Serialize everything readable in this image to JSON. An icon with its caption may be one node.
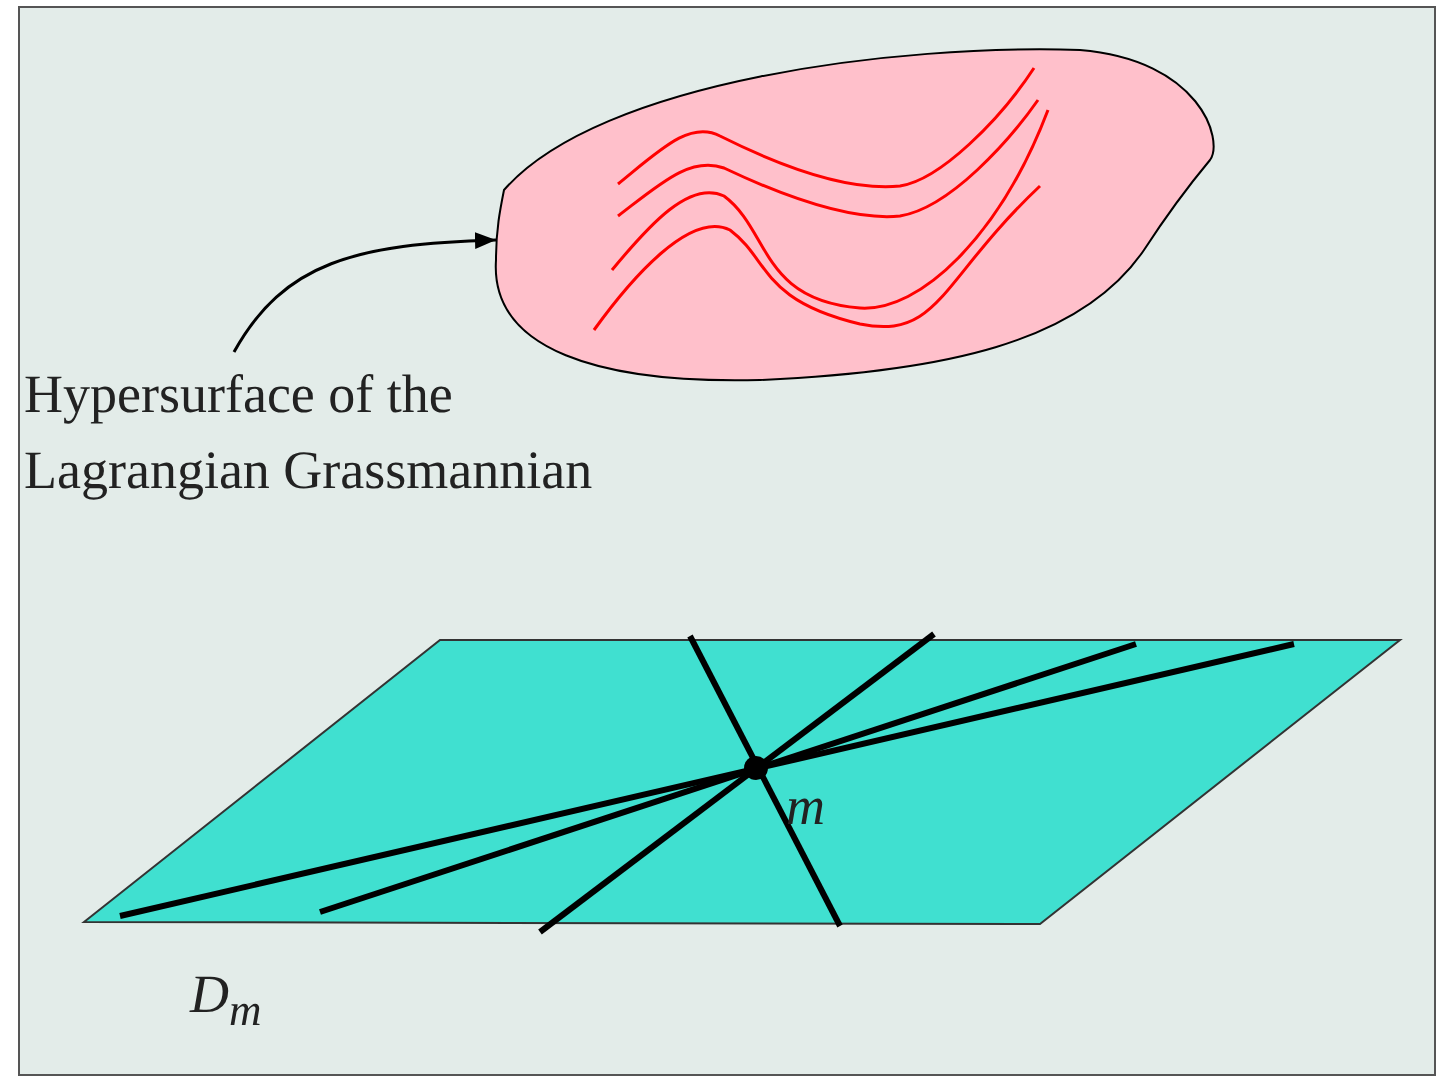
{
  "diagram": {
    "nodes": [
      {
        "text": [
          "Hypersurface of the Lagrangian Grassmannian"
        ]
      },
      {
        "text": [],
        "shape": "picture"
      }
    ],
    "edges": [
      {
        "from": 0,
        "to": 1,
        "arrow": "to"
      }
    ],
    "labels": [
      "m",
      "D$_{m}$"
    ]
  }
}
